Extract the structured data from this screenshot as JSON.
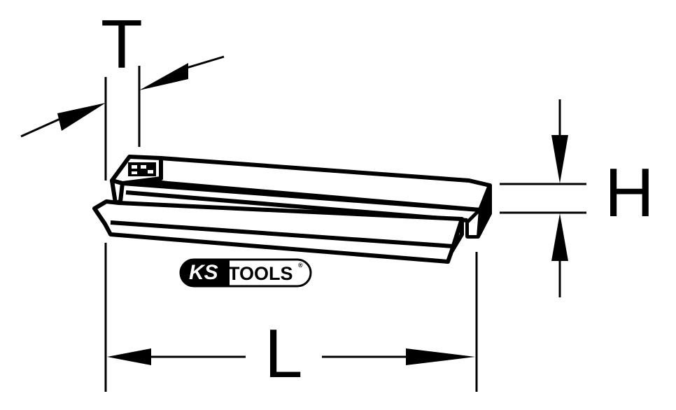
{
  "diagram": {
    "subject": "tool-bar-with-dimensions",
    "dimensions": {
      "thickness_label": "T",
      "height_label": "H",
      "length_label": "L"
    },
    "logo": {
      "brand_part1": "KS",
      "brand_part2": "TOOLS",
      "registered_mark": "®"
    },
    "colors": {
      "line": "#000000",
      "background": "#ffffff"
    }
  }
}
